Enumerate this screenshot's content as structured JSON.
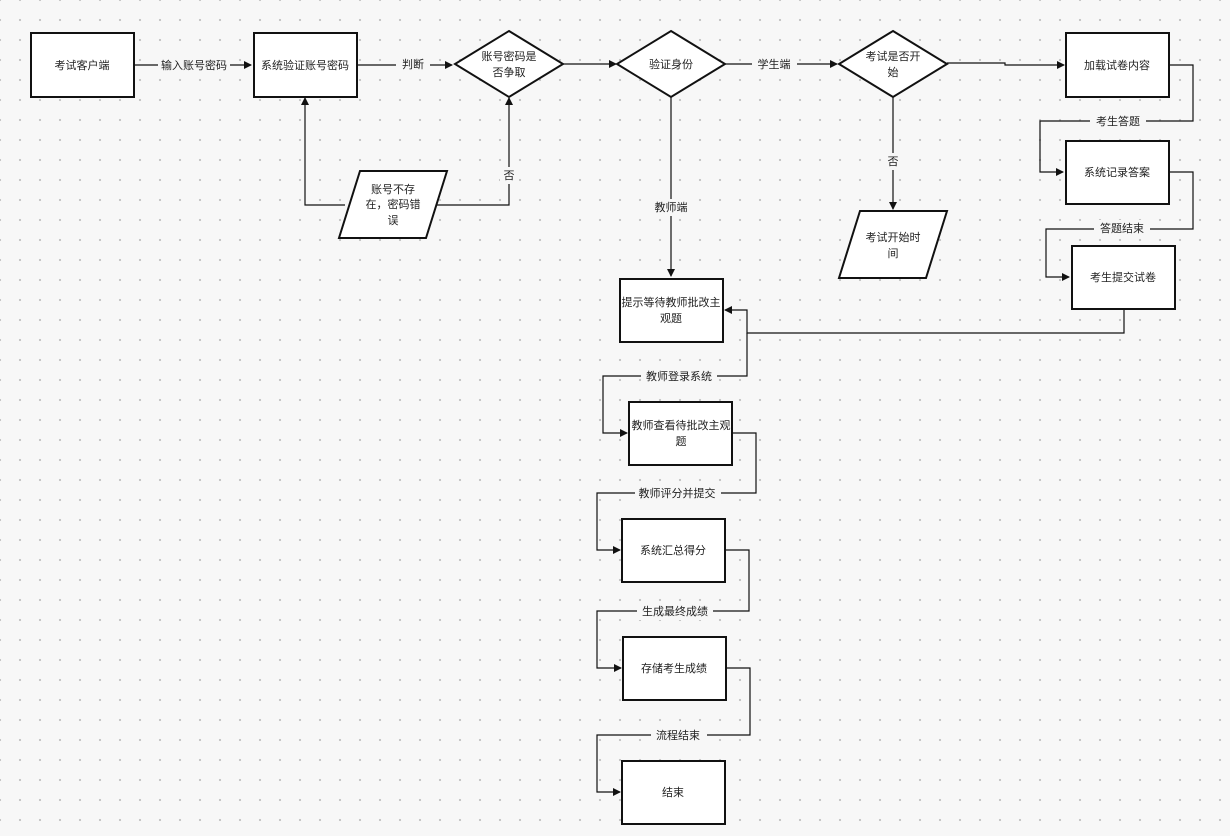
{
  "nodes": {
    "client": "考试客户端",
    "verify_account": "系统验证账号密码",
    "account_valid": [
      "账号密码是",
      "否争取"
    ],
    "account_error": [
      "账号不存",
      "在，密码错",
      "误"
    ],
    "verify_identity": "验证身份",
    "exam_started": [
      "考试是否开",
      "始"
    ],
    "exam_start_time": [
      "考试开始时",
      "间"
    ],
    "load_paper": "加载试卷内容",
    "record_answers": "系统记录答案",
    "submit_paper": "考生提交试卷",
    "wait_grading": [
      "提示等待教师批改主",
      "观题"
    ],
    "teacher_view": [
      "教师查看待批改主观",
      "题"
    ],
    "total_score": "系统汇总得分",
    "store_score": "存储考生成绩",
    "end": "结束"
  },
  "edges": {
    "input_credentials": "输入账号密码",
    "judge": "判断",
    "no_1": "否",
    "student_side": "学生端",
    "no_2": "否",
    "teacher_side": "教师端",
    "student_answer": "考生答题",
    "answer_end": "答题结束",
    "teacher_login": "教师登录系统",
    "teacher_grade_submit": "教师评分并提交",
    "generate_final": "生成最终成绩",
    "process_end": "流程结束"
  }
}
